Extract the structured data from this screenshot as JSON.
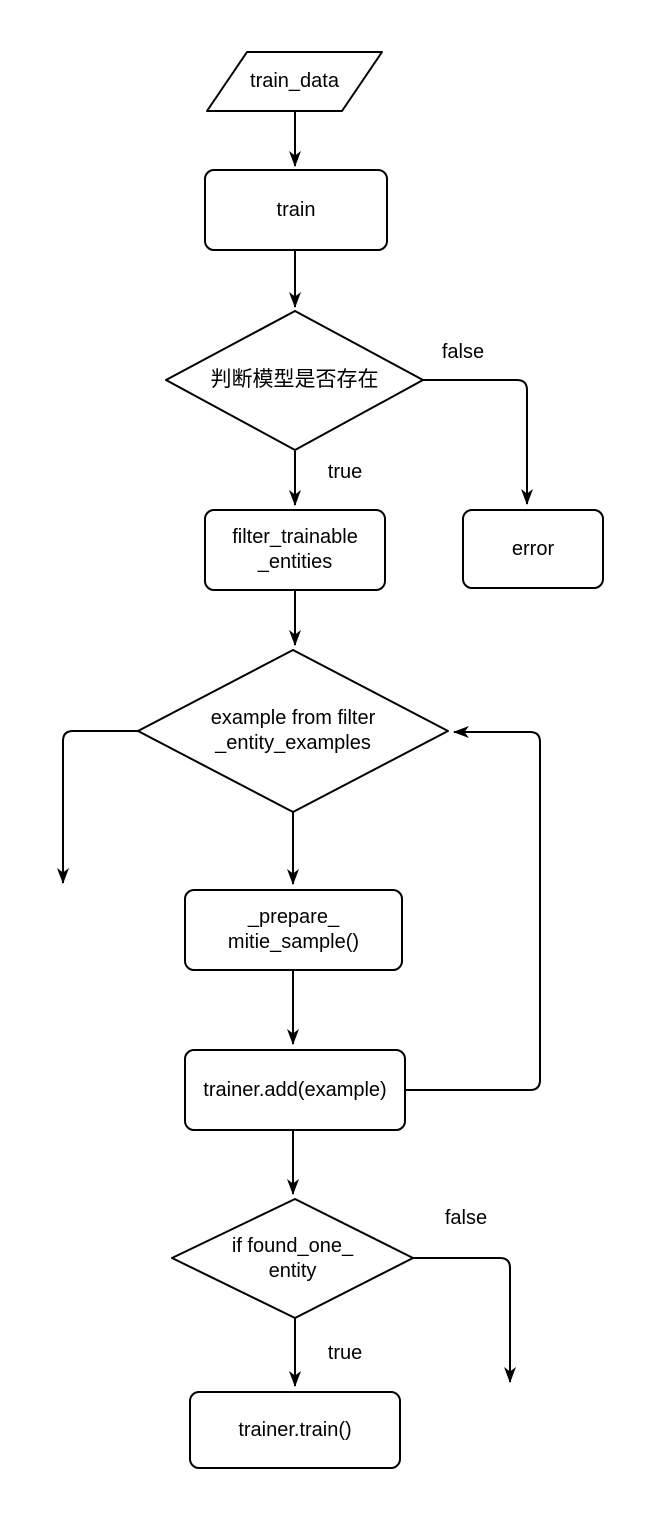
{
  "diagram": {
    "type": "flowchart",
    "colors": {
      "stroke": "#000000",
      "text": "#000000",
      "background": "#ffffff",
      "node_fill": "#ffffff"
    },
    "nodes": {
      "train_data": {
        "label": "train_data",
        "shape": "parallelogram-io"
      },
      "train": {
        "label": "train",
        "shape": "process"
      },
      "model_exists": {
        "label": "判断模型是否存在",
        "shape": "decision"
      },
      "filter_trainable_entities": {
        "label": "filter_trainable\n_entities",
        "shape": "process"
      },
      "error": {
        "label": "error",
        "shape": "process"
      },
      "example_loop": {
        "label": "example from filter\n_entity_examples",
        "shape": "decision"
      },
      "prepare_mitie_sample": {
        "label": "_prepare_\nmitie_sample()",
        "shape": "process"
      },
      "trainer_add": {
        "label": "trainer.add(example)",
        "shape": "process"
      },
      "found_one_entity": {
        "label": "if found_one_\nentity",
        "shape": "decision"
      },
      "trainer_train": {
        "label": "trainer.train()",
        "shape": "process"
      }
    },
    "edge_labels": {
      "model_exists_false": "false",
      "model_exists_true": "true",
      "found_one_false": "false",
      "found_one_true": "true"
    },
    "edges": [
      {
        "from": "train_data",
        "to": "train",
        "label": ""
      },
      {
        "from": "train",
        "to": "model_exists",
        "label": ""
      },
      {
        "from": "model_exists",
        "to": "filter_trainable_entities",
        "label": "true"
      },
      {
        "from": "model_exists",
        "to": "error",
        "label": "false"
      },
      {
        "from": "filter_trainable_entities",
        "to": "example_loop",
        "label": ""
      },
      {
        "from": "example_loop",
        "to": "exit-bottom-left",
        "label": ""
      },
      {
        "from": "example_loop",
        "to": "prepare_mitie_sample",
        "label": ""
      },
      {
        "from": "prepare_mitie_sample",
        "to": "trainer_add",
        "label": ""
      },
      {
        "from": "trainer_add",
        "to": "example_loop",
        "label": ""
      },
      {
        "from": "trainer_add",
        "to": "found_one_entity",
        "label": ""
      },
      {
        "from": "found_one_entity",
        "to": "trainer_train",
        "label": "true"
      },
      {
        "from": "found_one_entity",
        "to": "exit-bottom-right",
        "label": "false"
      }
    ]
  }
}
